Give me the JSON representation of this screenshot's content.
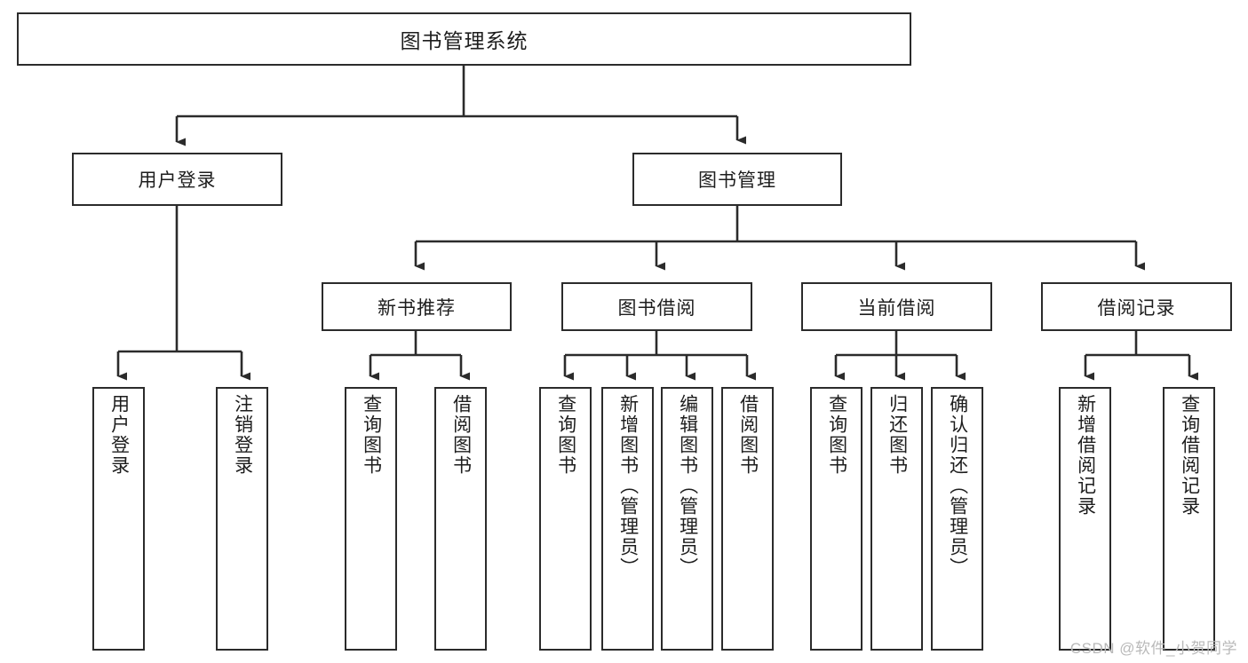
{
  "diagram": {
    "title": "图书管理系统",
    "type": "tree",
    "watermark": "CSDN @软件_小贺同学",
    "colors": {
      "box_border": "#2b2b2b",
      "box_fill": "#ffffff",
      "connector": "#2b2b2b",
      "text": "#1d1d1d",
      "watermark": "#b9b9b9",
      "background": "#ffffff"
    },
    "levels": {
      "root": "图书管理系统",
      "level2": [
        "用户登录",
        "图书管理"
      ],
      "level3": [
        "新书推荐",
        "图书借阅",
        "当前借阅",
        "借阅记录"
      ],
      "leaves": [
        "用户登录",
        "注销登录",
        "查询图书",
        "借阅图书",
        "查询图书",
        "新增图书（管理员）",
        "编辑图书（管理员）",
        "借阅图书",
        "查询图书",
        "归还图书",
        "确认归还（管理员）",
        "新增借阅记录",
        "查询借阅记录"
      ]
    },
    "nodes": {
      "root": {
        "label": "图书管理系统"
      },
      "user_login": {
        "label": "用户登录"
      },
      "book_manage": {
        "label": "图书管理"
      },
      "new_book_rec": {
        "label": "新书推荐"
      },
      "book_borrow": {
        "label": "图书借阅"
      },
      "current_borrow": {
        "label": "当前借阅"
      },
      "borrow_record": {
        "label": "借阅记录"
      },
      "leaf_user_login": {
        "label": "用户登录"
      },
      "leaf_logout": {
        "label": "注销登录"
      },
      "leaf_query_book_1": {
        "label": "查询图书"
      },
      "leaf_borrow_book_1": {
        "label": "借阅图书"
      },
      "leaf_query_book_2": {
        "label": "查询图书"
      },
      "leaf_add_book": {
        "label": "新增图书（管理员）"
      },
      "leaf_edit_book": {
        "label": "编辑图书（管理员）"
      },
      "leaf_borrow_book_2": {
        "label": "借阅图书"
      },
      "leaf_query_book_3": {
        "label": "查询图书"
      },
      "leaf_return_book": {
        "label": "归还图书"
      },
      "leaf_confirm_return": {
        "label": "确认归还（管理员）"
      },
      "leaf_add_record": {
        "label": "新增借阅记录"
      },
      "leaf_query_record": {
        "label": "查询借阅记录"
      }
    }
  }
}
